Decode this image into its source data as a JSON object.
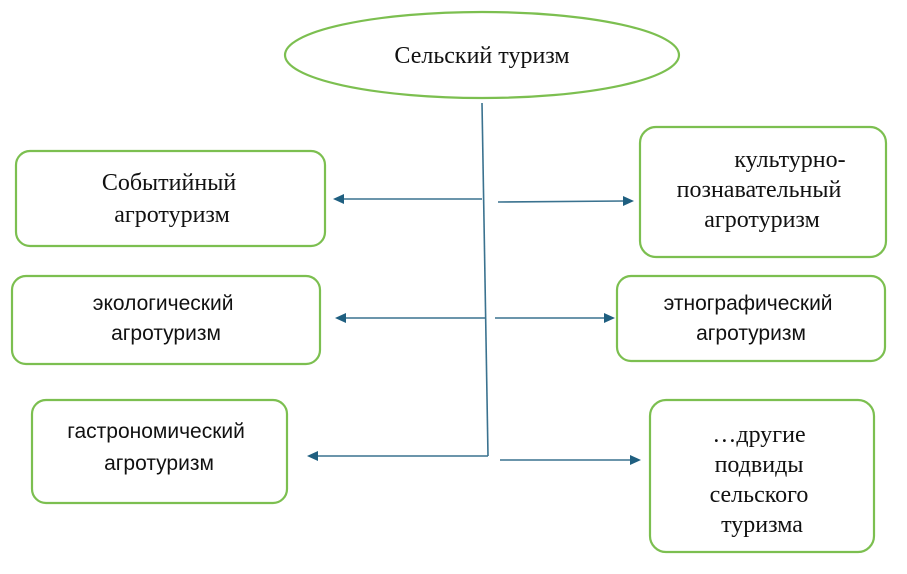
{
  "diagram": {
    "root": {
      "label": "Сельский туризм"
    },
    "left": [
      {
        "lines": [
          "Событийный",
          "агротуризм"
        ]
      },
      {
        "lines": [
          "экологический",
          "агротуризм"
        ]
      },
      {
        "lines": [
          "гастрономический",
          "агротуризм"
        ]
      }
    ],
    "right": [
      {
        "lines": [
          "культурно-",
          "познавательный",
          "агротуризм"
        ]
      },
      {
        "lines": [
          "этнографический",
          "агротуризм"
        ]
      },
      {
        "lines": [
          "…другие",
          "подвиды",
          "сельского",
          "туризма"
        ]
      }
    ],
    "colors": {
      "border": "#7cbf50",
      "connector": "#3a728f"
    }
  }
}
